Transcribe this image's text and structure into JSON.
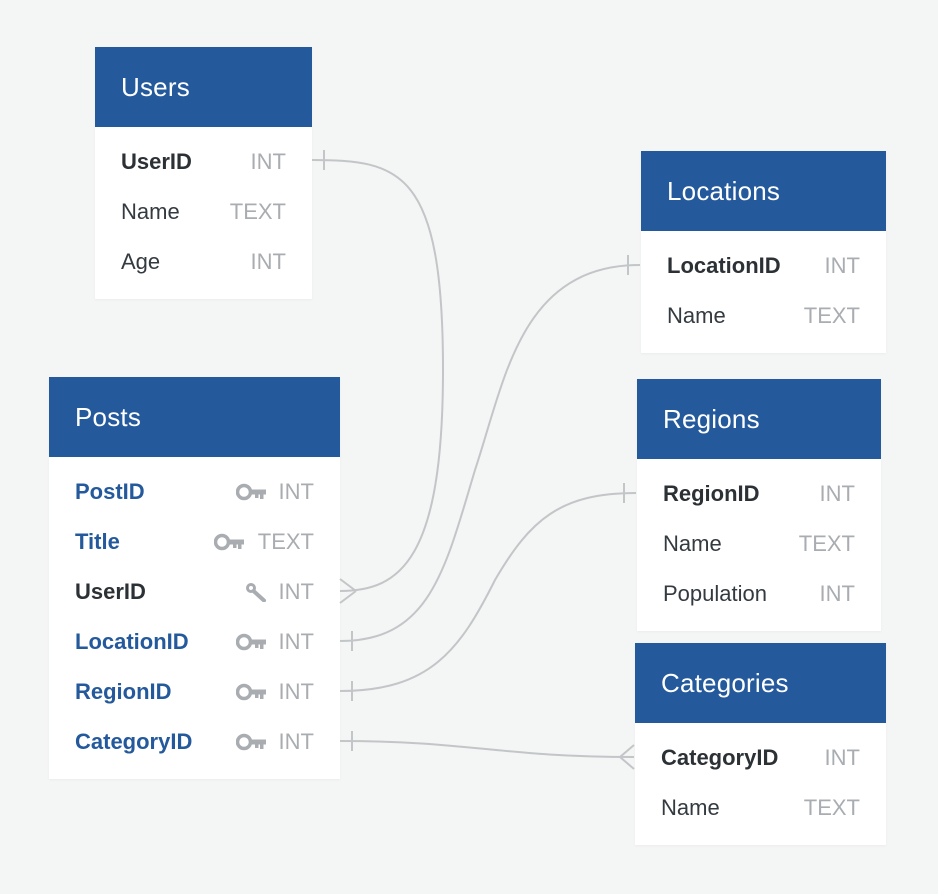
{
  "colors": {
    "background": "#f4f5f5",
    "header": "#24599c",
    "foreign_key_text": "#24599c",
    "type_text": "#a9adb1",
    "connector": "#c3c6c8"
  },
  "tables": {
    "users": {
      "title": "Users",
      "fields": [
        {
          "name": "UserID",
          "type": "INT",
          "key": "primary"
        },
        {
          "name": "Name",
          "type": "TEXT",
          "key": "none"
        },
        {
          "name": "Age",
          "type": "INT",
          "key": "none"
        }
      ]
    },
    "posts": {
      "title": "Posts",
      "fields": [
        {
          "name": "PostID",
          "type": "INT",
          "key": "foreign",
          "icon": "key-icon"
        },
        {
          "name": "Title",
          "type": "TEXT",
          "key": "foreign",
          "icon": "key-icon"
        },
        {
          "name": "UserID",
          "type": "INT",
          "key": "primary",
          "icon": "wrench-key-icon"
        },
        {
          "name": "LocationID",
          "type": "INT",
          "key": "foreign",
          "icon": "key-icon"
        },
        {
          "name": "RegionID",
          "type": "INT",
          "key": "foreign",
          "icon": "key-icon"
        },
        {
          "name": "CategoryID",
          "type": "INT",
          "key": "foreign",
          "icon": "key-icon"
        }
      ]
    },
    "locations": {
      "title": "Locations",
      "fields": [
        {
          "name": "LocationID",
          "type": "INT",
          "key": "primary"
        },
        {
          "name": "Name",
          "type": "TEXT",
          "key": "none"
        }
      ]
    },
    "regions": {
      "title": "Regions",
      "fields": [
        {
          "name": "RegionID",
          "type": "INT",
          "key": "primary"
        },
        {
          "name": "Name",
          "type": "TEXT",
          "key": "none"
        },
        {
          "name": "Population",
          "type": "INT",
          "key": "none"
        }
      ]
    },
    "categories": {
      "title": "Categories",
      "fields": [
        {
          "name": "CategoryID",
          "type": "INT",
          "key": "primary"
        },
        {
          "name": "Name",
          "type": "TEXT",
          "key": "none"
        }
      ]
    }
  },
  "relationships": [
    {
      "from_table": "users",
      "from_field": "UserID",
      "from_end": "one",
      "to_table": "posts",
      "to_field": "UserID",
      "to_end": "many"
    },
    {
      "from_table": "locations",
      "from_field": "LocationID",
      "from_end": "one",
      "to_table": "posts",
      "to_field": "LocationID",
      "to_end": "one"
    },
    {
      "from_table": "regions",
      "from_field": "RegionID",
      "from_end": "one",
      "to_table": "posts",
      "to_field": "RegionID",
      "to_end": "one"
    },
    {
      "from_table": "categories",
      "from_field": "CategoryID",
      "from_end": "many",
      "to_table": "posts",
      "to_field": "CategoryID",
      "to_end": "one"
    }
  ]
}
